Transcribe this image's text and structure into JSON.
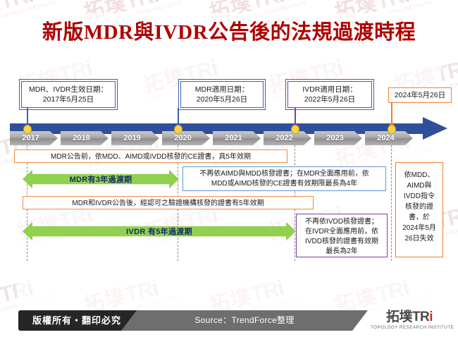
{
  "title": "新版MDR與IVDR公告後的法規過渡時程",
  "timeline": {
    "years": [
      "2017",
      "2018",
      "2019",
      "2020",
      "2021",
      "2022",
      "2023",
      "2024"
    ],
    "milestone_years": [
      "2017",
      "2020",
      "2022",
      "2024"
    ]
  },
  "callouts": [
    {
      "id": "mdr-ivdr-effective",
      "style": "dbl-blue",
      "line1": "MDR、IVDR生效日期：",
      "line2": "2017年5月25日"
    },
    {
      "id": "mdr-apply",
      "style": "dbl-blue",
      "line1": "MDR適用日期：",
      "line2": "2020年5月26日"
    },
    {
      "id": "ivdr-apply",
      "style": "dbl-purple",
      "line1": "IVDR適用日期：",
      "line2": "2022年5月26日"
    },
    {
      "id": "expiry-2024",
      "style": "single-orange",
      "line1": "2024年5月26日",
      "line2": ""
    }
  ],
  "rows": {
    "row1_orange": "MDR公告前，依MDD、AIMD或IVDD核發的CE證書，具5年效期",
    "mdr_arrow": "MDR有3年過渡期",
    "mdr_blue_box": {
      "line1": "不再依AIMD與MDD核發證書；在MDR全面應用前，依",
      "line2": "MDD或AIMD核發的CE證書有效期限最長為4年"
    },
    "row3_orange": "MDR和IVDR公告後，經認可之驗證機構核發的證書有5年效期",
    "ivdr_arrow": "IVDR 有5年過渡期",
    "ivdr_purple_box": {
      "line1": "不再依IVDD核發證書；",
      "line2": "在IVDR全面應用前，依",
      "line3": "IVDD核發的證書有效期",
      "line4": "最長為2年"
    },
    "right_orange_box": {
      "line1": "依MDD、",
      "line2": "AIMD與",
      "line3": "IVDD指令",
      "line4": "核發的證",
      "line5": "書，於",
      "line6": "2024年5月",
      "line7": "26日失效"
    }
  },
  "footer": {
    "copyright": "版權所有・翻印必究",
    "source": "Source：TrendForce整理",
    "logo_cn": "拓墣",
    "logo_en": "TRi",
    "logo_sub": "TOPOLOGY RESEARCH INSTITUTE"
  },
  "watermark": {
    "cn": "拓墣",
    "en": "TRi",
    "sub": "TOPOLOGY RESEARCH INSTITUTE"
  },
  "colors": {
    "title": "#b00000",
    "timeline": "#2f4f9b",
    "year_chip": "#a8a8a8",
    "milestone_dot": "#fbd34b",
    "orange": "#ef8b43",
    "blue": "#5b9bd5",
    "purple": "#7b3fa8",
    "green": "#92d050"
  }
}
